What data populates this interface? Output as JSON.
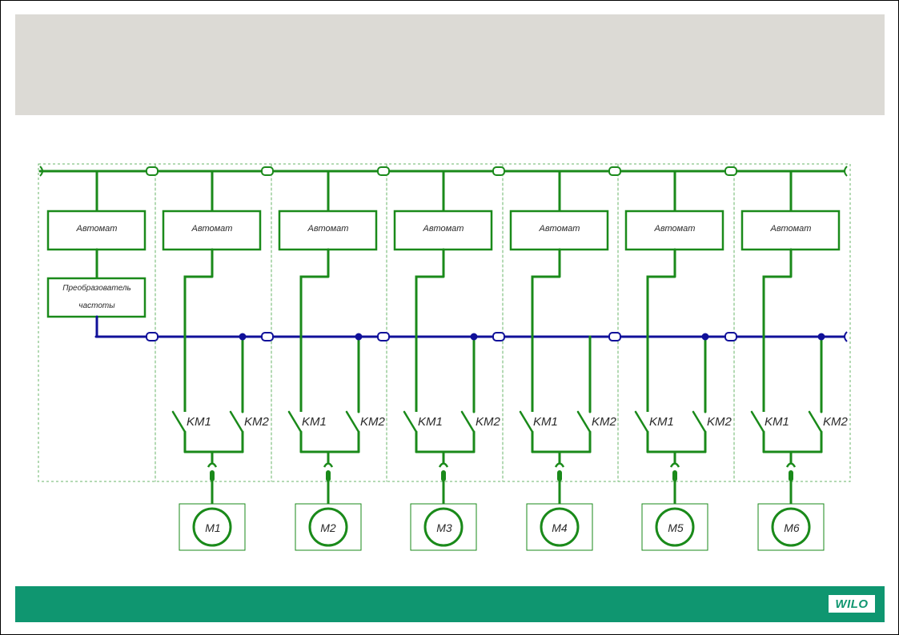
{
  "diagram": {
    "breaker_label": "Автомат",
    "converter_label": [
      "Преобразователь",
      "частоты"
    ],
    "contactor_labels": [
      "KM1",
      "KM2"
    ],
    "motors": [
      "M1",
      "M2",
      "M3",
      "M4",
      "M5",
      "M6"
    ],
    "colors": {
      "power": "#1a8a1a",
      "converter_bus": "#101099",
      "dash": "#6ab56a"
    }
  },
  "footer": {
    "logo": "WILO"
  }
}
